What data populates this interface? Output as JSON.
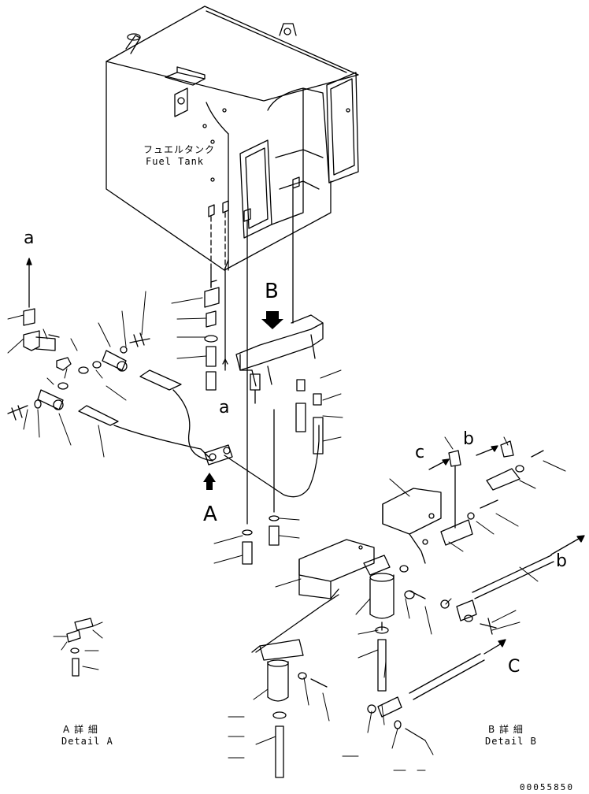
{
  "fuel_tank": {
    "label_jp": "フュエルタンク",
    "label_en": "Fuel Tank"
  },
  "view_labels": {
    "A": "A",
    "B": "B",
    "a_top": "a",
    "a_mid": "a",
    "b_top": "b",
    "b_right": "b",
    "c_top": "c",
    "c_right": "C"
  },
  "details": {
    "detail_a_jp": "A 詳 細",
    "detail_a_en": "Detail A",
    "detail_b_jp": "B 詳 細",
    "detail_b_en": "Detail B"
  },
  "drawing_number": "00055850"
}
